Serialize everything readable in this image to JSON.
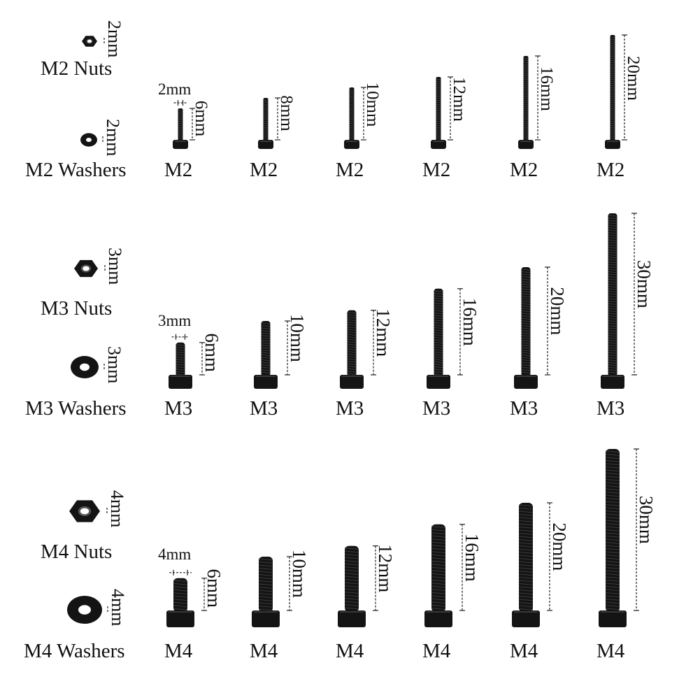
{
  "colors": {
    "screw": "#141414",
    "thread": "#3a3a3a",
    "text": "#111111",
    "background": "#ffffff"
  },
  "groups": [
    {
      "id": "m2",
      "nut": {
        "label": "M2 Nuts",
        "dim": "2mm",
        "icon": "hex-nut-icon"
      },
      "washer": {
        "label": "M2 Washers",
        "dim": "2mm",
        "icon": "washer-icon"
      },
      "diameter_label": "2mm",
      "screws": [
        {
          "size": "M2",
          "length": "6mm",
          "length_mm": 6
        },
        {
          "size": "M2",
          "length": "8mm",
          "length_mm": 8
        },
        {
          "size": "M2",
          "length": "10mm",
          "length_mm": 10
        },
        {
          "size": "M2",
          "length": "12mm",
          "length_mm": 12
        },
        {
          "size": "M2",
          "length": "16mm",
          "length_mm": 16
        },
        {
          "size": "M2",
          "length": "20mm",
          "length_mm": 20
        }
      ]
    },
    {
      "id": "m3",
      "nut": {
        "label": "M3 Nuts",
        "dim": "3mm",
        "icon": "hex-nut-icon"
      },
      "washer": {
        "label": "M3 Washers",
        "dim": "3mm",
        "icon": "washer-icon"
      },
      "diameter_label": "3mm",
      "screws": [
        {
          "size": "M3",
          "length": "6mm",
          "length_mm": 6
        },
        {
          "size": "M3",
          "length": "10mm",
          "length_mm": 10
        },
        {
          "size": "M3",
          "length": "12mm",
          "length_mm": 12
        },
        {
          "size": "M3",
          "length": "16mm",
          "length_mm": 16
        },
        {
          "size": "M3",
          "length": "20mm",
          "length_mm": 20
        },
        {
          "size": "M3",
          "length": "30mm",
          "length_mm": 30
        }
      ]
    },
    {
      "id": "m4",
      "nut": {
        "label": "M4 Nuts",
        "dim": "4mm",
        "icon": "hex-nut-icon"
      },
      "washer": {
        "label": "M4 Washers",
        "dim": "4mm",
        "icon": "washer-icon"
      },
      "diameter_label": "4mm",
      "screws": [
        {
          "size": "M4",
          "length": "6mm",
          "length_mm": 6
        },
        {
          "size": "M4",
          "length": "10mm",
          "length_mm": 10
        },
        {
          "size": "M4",
          "length": "12mm",
          "length_mm": 12
        },
        {
          "size": "M4",
          "length": "16mm",
          "length_mm": 16
        },
        {
          "size": "M4",
          "length": "20mm",
          "length_mm": 20
        },
        {
          "size": "M4",
          "length": "30mm",
          "length_mm": 30
        }
      ]
    }
  ]
}
